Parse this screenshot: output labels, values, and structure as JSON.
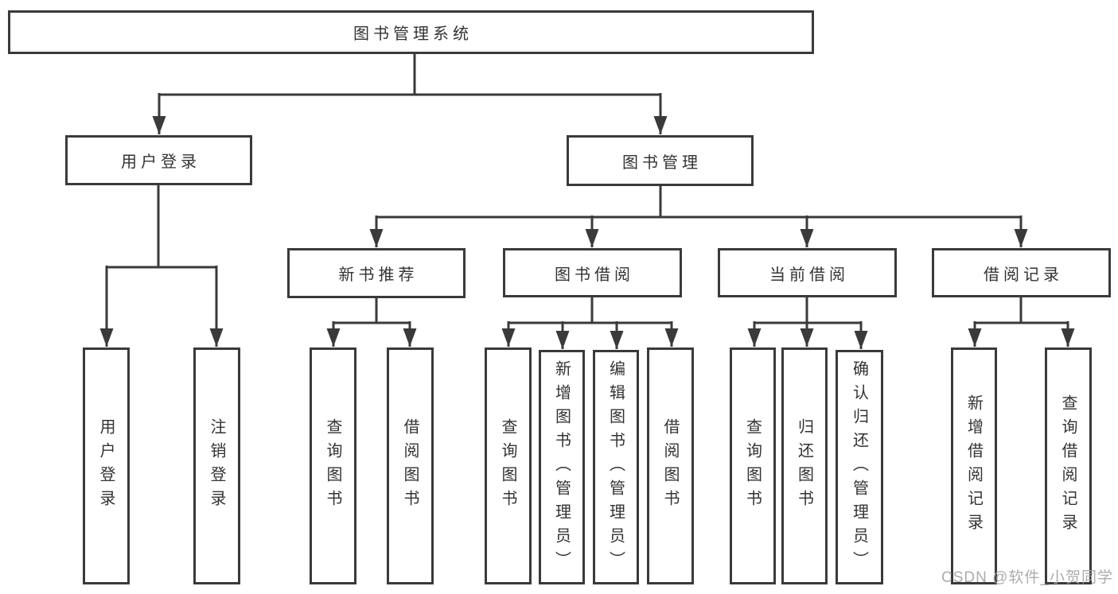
{
  "tree": {
    "root": {
      "label": "图书管理系统"
    },
    "branches": [
      {
        "label": "用户登录",
        "children": [
          {
            "label": "用户登录"
          },
          {
            "label": "注销登录"
          }
        ]
      },
      {
        "label": "图书管理",
        "groups": [
          {
            "label": "新书推荐",
            "children": [
              {
                "label": "查询图书"
              },
              {
                "label": "借阅图书"
              }
            ]
          },
          {
            "label": "图书借阅",
            "children": [
              {
                "label": "查询图书"
              },
              {
                "label": "新增图书（管理员）"
              },
              {
                "label": "编辑图书（管理员）"
              },
              {
                "label": "借阅图书"
              }
            ]
          },
          {
            "label": "当前借阅",
            "children": [
              {
                "label": "查询图书"
              },
              {
                "label": "归还图书"
              },
              {
                "label": "确认归还（管理员）"
              }
            ]
          },
          {
            "label": "借阅记录",
            "children": [
              {
                "label": "新增借阅记录"
              },
              {
                "label": "查询借阅记录"
              }
            ]
          }
        ]
      }
    ]
  },
  "watermark": {
    "text": "CSDN @软件_小贺同学"
  },
  "colors": {
    "line": "#3a3a3a",
    "text": "#333333",
    "box_background": "#ffffff",
    "page_background": "#ffffff",
    "watermark": "#a8a8a8"
  }
}
